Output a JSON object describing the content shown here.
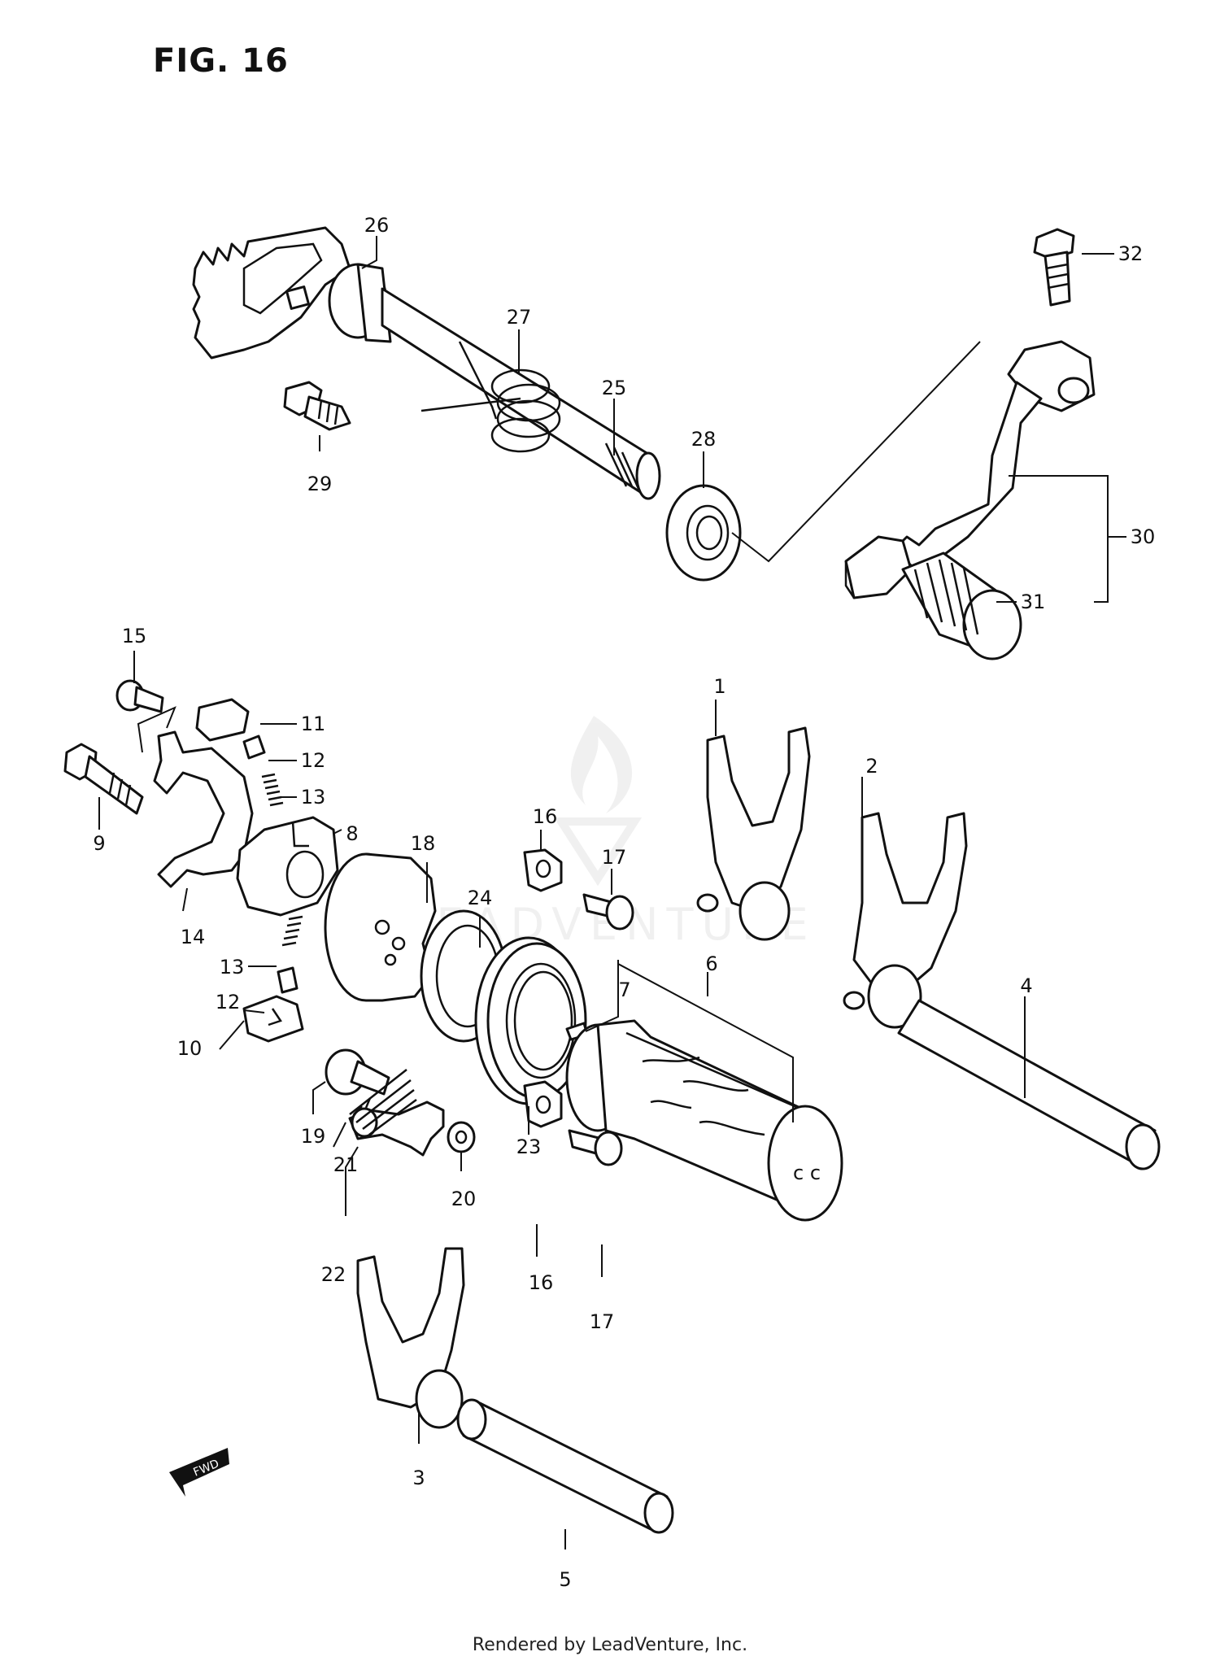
{
  "figure": {
    "title": "FIG. 16"
  },
  "footer": "Rendered by LeadVenture, Inc.",
  "watermark": "LEADVENTURE",
  "direction_marker": "FWD",
  "callouts": [
    "1",
    "2",
    "3",
    "4",
    "5",
    "6",
    "7",
    "8",
    "9",
    "10",
    "11",
    "12",
    "12",
    "13",
    "13",
    "14",
    "15",
    "16",
    "16",
    "17",
    "17",
    "18",
    "19",
    "20",
    "21",
    "22",
    "23",
    "24",
    "25",
    "26",
    "27",
    "28",
    "29",
    "30",
    "31",
    "32"
  ]
}
